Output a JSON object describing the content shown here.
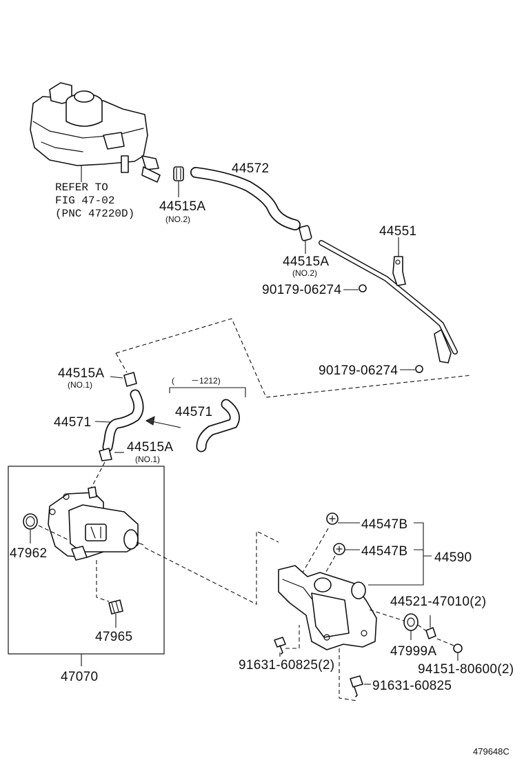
{
  "reference_note": {
    "line1": "REFER TO",
    "line2": "FIG 47-02",
    "line3": "(PNC 47220D)"
  },
  "callouts": {
    "hose_upper": "44572",
    "clamp_left": "44515A",
    "clamp_left_sub": "(NO.2)",
    "clamp_mid": "44515A",
    "clamp_mid_sub": "(NO.2)",
    "pipe": "44551",
    "nut_upper": "90179-06274",
    "nut_lower": "90179-06274",
    "clamp_no1_top": "44515A",
    "clamp_no1_top_sub": "(NO.1)",
    "hose_lower": "44571",
    "hose_alt": "44571",
    "alt_date_range": "(　　－1212)",
    "clamp_no1_bottom": "44515A",
    "clamp_no1_bottom_sub": "(NO.1)",
    "oring": "47962",
    "filter": "47965",
    "pump_assy": "47070",
    "screw_a": "44547B",
    "screw_b": "44547B",
    "bracket_assy": "44590",
    "grommet_stud": "44521-47010(2)",
    "cushion": "47999A",
    "nut_small": "94151-80600(2)",
    "bolt_a": "91631-60825(2)",
    "bolt_b": "91631-60825"
  },
  "figure_id": "479648C",
  "colors": {
    "line": "#111111",
    "background": "#ffffff"
  }
}
